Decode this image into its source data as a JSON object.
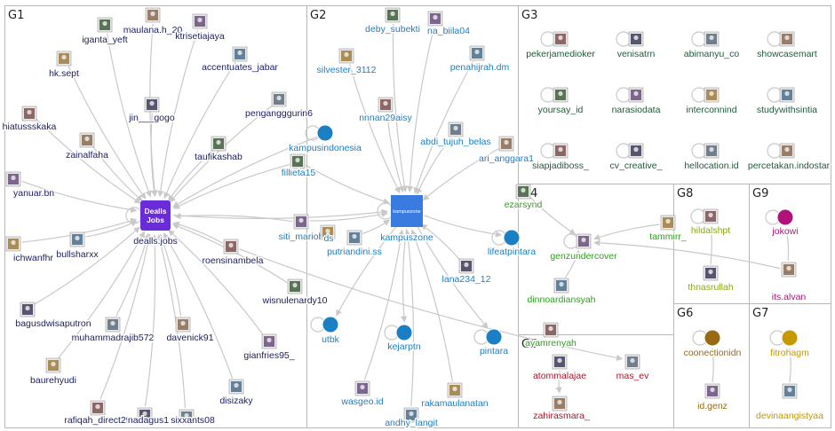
{
  "colors": {
    "G1": "#1a1f5e",
    "G2": "#1b7fc4",
    "G3": "#1e5c3a",
    "G4": "#2f9e20",
    "G5": "#b0122a",
    "G6": "#9a6a12",
    "G7": "#c49a00",
    "G8": "#8aa81c",
    "G9": "#b0127a",
    "edge": "#c9c9c9",
    "box": "#b8b8b8"
  },
  "groups": [
    {
      "id": "G1",
      "label": "G1"
    },
    {
      "id": "G2",
      "label": "G2"
    },
    {
      "id": "G3",
      "label": "G3"
    },
    {
      "id": "G4",
      "label": "G4"
    },
    {
      "id": "G5",
      "label": "G5"
    },
    {
      "id": "G6",
      "label": "G6"
    },
    {
      "id": "G7",
      "label": "G7"
    },
    {
      "id": "G8",
      "label": "G8"
    },
    {
      "id": "G9",
      "label": "G9"
    }
  ],
  "nodes": [
    {
      "id": "deallsjobs",
      "label": "dealls.jobs",
      "group": "G1",
      "icon": "dealls-logo",
      "logo_text": "Dealls Jobs"
    },
    {
      "id": "maulana",
      "label": "maulana.h_20",
      "group": "G1",
      "icon": "avatar-photo"
    },
    {
      "id": "iganta",
      "label": "iganta_yeft",
      "group": "G1",
      "icon": "avatar-photo"
    },
    {
      "id": "ktrisetia",
      "label": "ktrisetiajaya",
      "group": "G1",
      "icon": "avatar-photo"
    },
    {
      "id": "hksept",
      "label": "hk.sept",
      "group": "G1",
      "icon": "avatar-photo"
    },
    {
      "id": "accentuates",
      "label": "accentuates_jabar",
      "group": "G1",
      "icon": "avatar-photo"
    },
    {
      "id": "hiatus",
      "label": "hiatussskaka",
      "group": "G1",
      "icon": "avatar-photo"
    },
    {
      "id": "jingogo",
      "label": "jin___gogo",
      "group": "G1",
      "icon": "avatar-photo"
    },
    {
      "id": "pengangg",
      "label": "pengangggurin6",
      "group": "G1",
      "icon": "avatar-photo"
    },
    {
      "id": "zainal",
      "label": "zainalfaha",
      "group": "G1",
      "icon": "avatar-photo"
    },
    {
      "id": "taufika",
      "label": "taufikashab",
      "group": "G1",
      "icon": "avatar-photo"
    },
    {
      "id": "yanuar",
      "label": "yanuar.bn",
      "group": "G1",
      "icon": "avatar-photo"
    },
    {
      "id": "ichwan",
      "label": "ichwanfhr",
      "group": "G1",
      "icon": "avatar-photo"
    },
    {
      "id": "bullshar",
      "label": "bullsharxx",
      "group": "G1",
      "icon": "avatar-photo"
    },
    {
      "id": "roensin",
      "label": "roensinambela",
      "group": "G1",
      "icon": "avatar-photo"
    },
    {
      "id": "bagusd",
      "label": "bagusdwisaputron",
      "group": "G1",
      "icon": "avatar-photo"
    },
    {
      "id": "muhammad",
      "label": "muhammadrajib572",
      "group": "G1",
      "icon": "avatar-photo"
    },
    {
      "id": "davenick",
      "label": "davenick91",
      "group": "G1",
      "icon": "avatar-photo"
    },
    {
      "id": "wisnu",
      "label": "wisnulenardy10",
      "group": "G1",
      "icon": "avatar-photo"
    },
    {
      "id": "gianfries",
      "label": "gianfries95_",
      "group": "G1",
      "icon": "avatar-photo"
    },
    {
      "id": "baurehyudi",
      "label": "baurehyudi",
      "group": "G1",
      "icon": "avatar-photo"
    },
    {
      "id": "disizaky",
      "label": "disizaky",
      "group": "G1",
      "icon": "avatar-photo"
    },
    {
      "id": "rafiqah",
      "label": "rafiqah_direct29",
      "group": "G1",
      "icon": "avatar-photo"
    },
    {
      "id": "nadagus",
      "label": "nadagus1",
      "group": "G1",
      "icon": "avatar-photo"
    },
    {
      "id": "sixxants",
      "label": "sixxants08",
      "group": "G1",
      "icon": "avatar-photo"
    },
    {
      "id": "kampuszone",
      "label": "kampuszone",
      "group": "G2",
      "icon": "kampuszone-logo",
      "logo_text": "kampuszone"
    },
    {
      "id": "deby",
      "label": "deby_subekti",
      "group": "G2",
      "icon": "avatar-photo"
    },
    {
      "id": "biila",
      "label": "na_biila04",
      "group": "G2",
      "icon": "avatar-photo"
    },
    {
      "id": "silvester",
      "label": "silvester_3112",
      "group": "G2",
      "icon": "avatar-photo"
    },
    {
      "id": "penahijrah",
      "label": "penahijrah.dm",
      "group": "G2",
      "icon": "avatar-photo"
    },
    {
      "id": "nnnan",
      "label": "nnnan29aisy",
      "group": "G2",
      "icon": "avatar-photo"
    },
    {
      "id": "kampusind",
      "label": "kampusindonesia",
      "group": "G2",
      "icon": "default-dot"
    },
    {
      "id": "abditujuh",
      "label": "abdi_tujuh_belas",
      "group": "G2",
      "icon": "avatar-photo"
    },
    {
      "id": "arianggara",
      "label": "ari_anggara1",
      "group": "G2",
      "icon": "avatar-photo"
    },
    {
      "id": "fillieta",
      "label": "fillieta15",
      "group": "G2",
      "icon": "avatar-photo"
    },
    {
      "id": "sitimarioh",
      "label": "siti_marioh",
      "group": "G2",
      "icon": "avatar-photo"
    },
    {
      "id": "dsnode",
      "label": "ds",
      "group": "G2",
      "icon": "avatar-photo"
    },
    {
      "id": "putriandini",
      "label": "putriandini.ss",
      "group": "G2",
      "icon": "avatar-photo"
    },
    {
      "id": "lifeatpintara",
      "label": "lifeatpintara",
      "group": "G2",
      "icon": "default-dot"
    },
    {
      "id": "lana",
      "label": "lana234_12",
      "group": "G2",
      "icon": "avatar-photo"
    },
    {
      "id": "utbk",
      "label": "utbk",
      "group": "G2",
      "icon": "default-dot"
    },
    {
      "id": "kejarptn",
      "label": "kejarptn",
      "group": "G2",
      "icon": "default-dot"
    },
    {
      "id": "pintara",
      "label": "pintara",
      "group": "G2",
      "icon": "default-dot"
    },
    {
      "id": "wasgeo",
      "label": "wasgeo.id",
      "group": "G2",
      "icon": "avatar-photo"
    },
    {
      "id": "rakamaulanatan",
      "label": "rakamaulanatan",
      "group": "G2",
      "icon": "avatar-photo"
    },
    {
      "id": "andhylangit",
      "label": "andhy_langit",
      "group": "G2",
      "icon": "avatar-photo"
    },
    {
      "id": "pekerjamed",
      "label": "pekerjamedioker",
      "group": "G3",
      "icon": "avatar-photo"
    },
    {
      "id": "venisatrn",
      "label": "venisatrn",
      "group": "G3",
      "icon": "avatar-photo"
    },
    {
      "id": "abimanyu",
      "label": "abimanyu_co",
      "group": "G3",
      "icon": "avatar-photo"
    },
    {
      "id": "showcasemart",
      "label": "showcasemart",
      "group": "G3",
      "icon": "avatar-photo"
    },
    {
      "id": "yoursay",
      "label": "yoursay_id",
      "group": "G3",
      "icon": "avatar-photo"
    },
    {
      "id": "narasiodata",
      "label": "narasiodata",
      "group": "G3",
      "icon": "avatar-photo"
    },
    {
      "id": "interconnind",
      "label": "interconnind",
      "group": "G3",
      "icon": "avatar-photo"
    },
    {
      "id": "studywith",
      "label": "studywithsintia",
      "group": "G3",
      "icon": "avatar-photo"
    },
    {
      "id": "siapjadi",
      "label": "siapjadiboss_",
      "group": "G3",
      "icon": "avatar-photo"
    },
    {
      "id": "cvcreative",
      "label": "cv_creative_",
      "group": "G3",
      "icon": "avatar-photo"
    },
    {
      "id": "hellolocation",
      "label": "hellocation.id",
      "group": "G3",
      "icon": "avatar-photo"
    },
    {
      "id": "percetakan",
      "label": "percetakan.indostar",
      "group": "G3",
      "icon": "avatar-photo"
    },
    {
      "id": "ezarsynd",
      "label": "ezarsynd",
      "group": "G4",
      "icon": "avatar-photo"
    },
    {
      "id": "genzunder",
      "label": "genzundercover",
      "group": "G4",
      "icon": "avatar-photo"
    },
    {
      "id": "tammirr",
      "label": "tammirr_",
      "group": "G4",
      "icon": "avatar-photo"
    },
    {
      "id": "dinnoard",
      "label": "dinnoardiansyah",
      "group": "G4",
      "icon": "avatar-photo"
    },
    {
      "id": "ayamrenyah",
      "label": "ayamrenyah",
      "group": "G4",
      "icon": "avatar-photo"
    },
    {
      "id": "atommalajae",
      "label": "atommalajae",
      "group": "G5",
      "icon": "avatar-photo"
    },
    {
      "id": "masev",
      "label": "mas_ev",
      "group": "G5",
      "icon": "avatar-photo"
    },
    {
      "id": "zahirasmara",
      "label": "zahirasmara_",
      "group": "G5",
      "icon": "avatar-photo"
    },
    {
      "id": "coonectionidn",
      "label": "coonectionidn",
      "group": "G6",
      "icon": "default-dot"
    },
    {
      "id": "idgenz",
      "label": "id.genz",
      "group": "G6",
      "icon": "avatar-photo"
    },
    {
      "id": "fitrohagm",
      "label": "fitrohagm",
      "group": "G7",
      "icon": "default-dot"
    },
    {
      "id": "devinaang",
      "label": "devinaangistyaa",
      "group": "G7",
      "icon": "avatar-photo"
    },
    {
      "id": "hildalshpt",
      "label": "hildalshpt",
      "group": "G8",
      "icon": "avatar-photo"
    },
    {
      "id": "thnasrullah",
      "label": "thnasrullah",
      "group": "G8",
      "icon": "avatar-photo"
    },
    {
      "id": "jokowi",
      "label": "jokowi",
      "group": "G9",
      "icon": "default-dot"
    },
    {
      "id": "itsalvan",
      "label": "its.alvan",
      "group": "G9",
      "icon": "avatar-photo"
    }
  ],
  "edges": [
    [
      "maulana",
      "deallsjobs"
    ],
    [
      "iganta",
      "deallsjobs"
    ],
    [
      "ktrisetia",
      "deallsjobs"
    ],
    [
      "hksept",
      "deallsjobs"
    ],
    [
      "accentuates",
      "deallsjobs"
    ],
    [
      "hiatus",
      "deallsjobs"
    ],
    [
      "jingogo",
      "deallsjobs"
    ],
    [
      "pengangg",
      "deallsjobs"
    ],
    [
      "zainal",
      "deallsjobs"
    ],
    [
      "taufika",
      "deallsjobs"
    ],
    [
      "yanuar",
      "deallsjobs"
    ],
    [
      "ichwan",
      "deallsjobs"
    ],
    [
      "bullshar",
      "deallsjobs"
    ],
    [
      "roensin",
      "deallsjobs"
    ],
    [
      "bagusd",
      "deallsjobs"
    ],
    [
      "muhammad",
      "deallsjobs"
    ],
    [
      "davenick",
      "deallsjobs"
    ],
    [
      "wisnu",
      "deallsjobs"
    ],
    [
      "gianfries",
      "deallsjobs"
    ],
    [
      "baurehyudi",
      "deallsjobs"
    ],
    [
      "disizaky",
      "deallsjobs"
    ],
    [
      "rafiqah",
      "deallsjobs"
    ],
    [
      "nadagus",
      "deallsjobs"
    ],
    [
      "sixxants",
      "deallsjobs"
    ],
    [
      "kampusind",
      "deallsjobs"
    ],
    [
      "fillieta",
      "deallsjobs"
    ],
    [
      "sitimarioh",
      "deallsjobs"
    ],
    [
      "deby",
      "kampuszone"
    ],
    [
      "biila",
      "kampuszone"
    ],
    [
      "silvester",
      "kampuszone"
    ],
    [
      "penahijrah",
      "kampuszone"
    ],
    [
      "nnnan",
      "kampuszone"
    ],
    [
      "abditujuh",
      "kampuszone"
    ],
    [
      "arianggara",
      "kampuszone"
    ],
    [
      "fillieta",
      "kampuszone"
    ],
    [
      "sitimarioh",
      "kampuszone"
    ],
    [
      "putriandini",
      "kampuszone"
    ],
    [
      "lana",
      "kampuszone"
    ],
    [
      "wasgeo",
      "kampuszone"
    ],
    [
      "rakamaulanatan",
      "kampuszone"
    ],
    [
      "andhylangit",
      "kampuszone"
    ],
    [
      "kampuszone",
      "utbk"
    ],
    [
      "kampuszone",
      "kejarptn"
    ],
    [
      "kampuszone",
      "pintara"
    ],
    [
      "kampuszone",
      "lifeatpintara"
    ],
    [
      "deallsjobs",
      "kampuszone"
    ],
    [
      "roensin",
      "masev"
    ],
    [
      "ezarsynd",
      "genzunder"
    ],
    [
      "tammirr",
      "genzunder"
    ],
    [
      "dinnoard",
      "genzunder"
    ],
    [
      "atommalajae",
      "zahirasmara"
    ],
    [
      "idgenz",
      "coonectionidn"
    ],
    [
      "devinaang",
      "fitrohagm"
    ],
    [
      "thnasrullah",
      "hildalshpt"
    ],
    [
      "itsalvan",
      "jokowi"
    ],
    [
      "itsalvan",
      "genzunder"
    ]
  ],
  "selfloops": [
    "deallsjobs",
    "kampuszone",
    "genzunder",
    "pekerjamed",
    "venisatrn",
    "abimanyu",
    "showcasemart",
    "yoursay",
    "narasiodata",
    "interconnind",
    "studywith",
    "siapjadi",
    "cvcreative",
    "hellolocation",
    "percetakan",
    "hildalshpt",
    "coonectionidn",
    "fitrohagm",
    "jokowi",
    "kampusind",
    "lifeatpintara",
    "utbk",
    "kejarptn",
    "pintara"
  ]
}
